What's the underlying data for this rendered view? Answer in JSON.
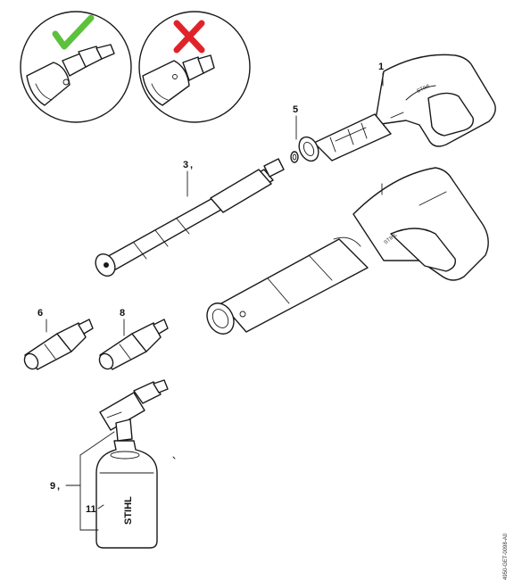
{
  "callouts": {
    "part_1": "1",
    "part_3": "3",
    "part_5": "5",
    "part_6": "6",
    "part_8": "8",
    "part_9": "9",
    "part_11": "11"
  },
  "brand_marks": {
    "bottle": "STIHL",
    "gun_small": "STIHL",
    "gun_large": "STIHL"
  },
  "status_marks": {
    "correct_color": "#5cc13b",
    "incorrect_color": "#e0232a",
    "correct_icon": "check-mark-icon",
    "incorrect_icon": "cross-mark-icon"
  },
  "document_code": "4950-GET-0098-A0"
}
